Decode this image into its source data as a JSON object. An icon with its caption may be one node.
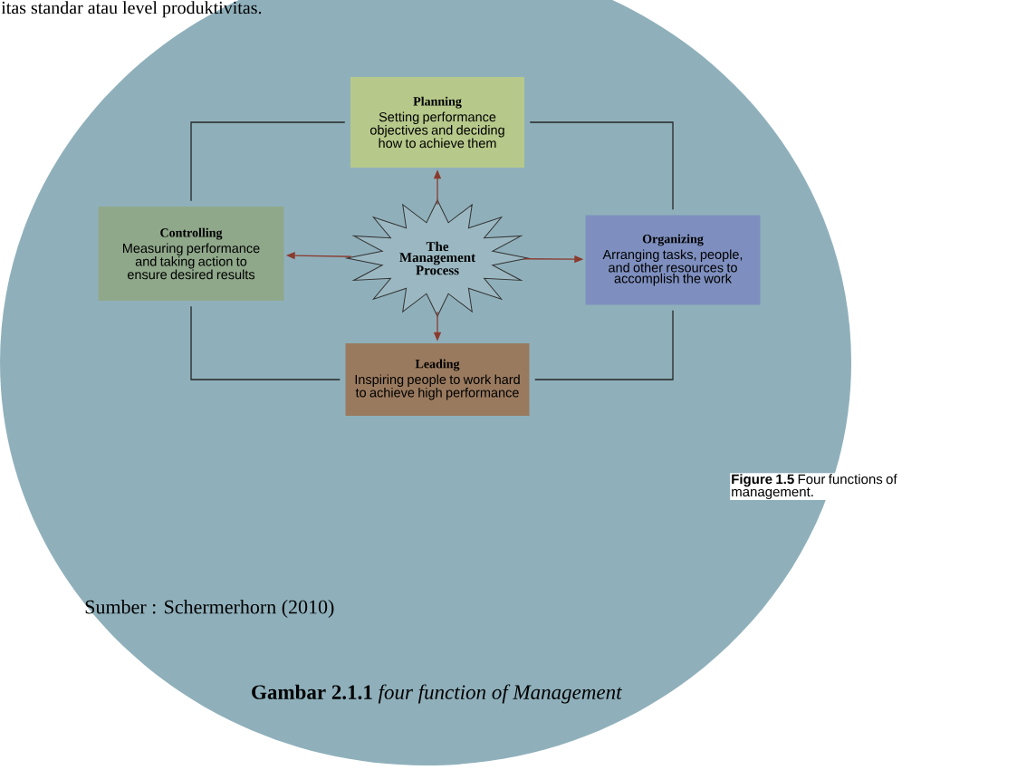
{
  "diagram": {
    "caption": "**Gambar 2.1.1** *four function of Management*",
    "nodes": [
      {
        "text": [
          "Planning",
          "Setting performance objectives and deciding how to achieve them"
        ]
      },
      {
        "text": [
          "Controlling",
          "Measuring performance and taking action to ensure desired results"
        ]
      },
      {
        "text": [
          "The Management Process"
        ]
      },
      {
        "text": [
          "Organizing",
          "Arranging tasks, people, and other resources to accomplish the work"
        ]
      },
      {
        "text": [
          "Leading",
          "Inspiring people to work hard to achieve high performance"
        ]
      }
    ],
    "edges": [
      {
        "from": 2,
        "to": 0,
        "arrow": "to",
        "color": "#8b3a2e"
      },
      {
        "from": 2,
        "to": 3,
        "arrow": "to",
        "color": "#8b3a2e"
      },
      {
        "from": 2,
        "to": 4,
        "arrow": "to",
        "color": "#8b3a2e"
      },
      {
        "from": 2,
        "to": 1,
        "arrow": "to",
        "color": "#8b3a2e"
      },
      {
        "from": 0,
        "to": 1,
        "arrow": "none",
        "color": "#262626"
      },
      {
        "from": 0,
        "to": 3,
        "arrow": "none",
        "color": "#262626"
      },
      {
        "from": 3,
        "to": 4,
        "arrow": "none",
        "color": "#262626"
      },
      {
        "from": 4,
        "to": 1,
        "arrow": "none",
        "color": "#262626"
      }
    ],
    "labels": [
      "itas standar atau level produktivitas.",
      "**Figure 1.5** Four functions of management.",
      "Sumber : Schermerhorn (2010)"
    ]
  }
}
